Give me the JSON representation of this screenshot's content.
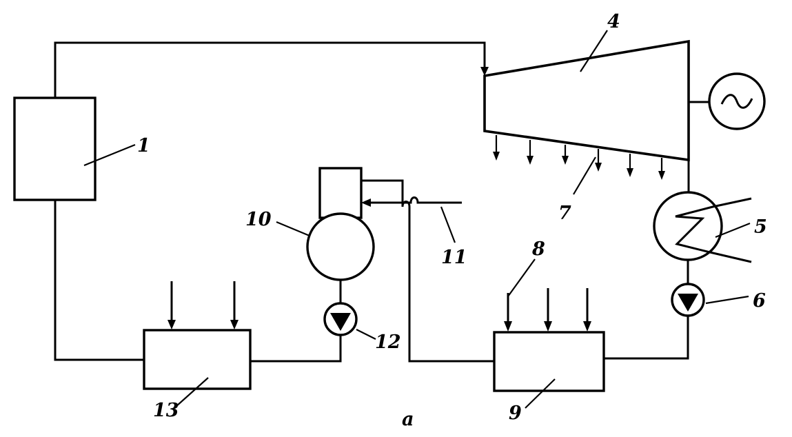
{
  "labels": {
    "boiler": "1",
    "turbine": "4",
    "condenser": "5",
    "condensate_pump": "6",
    "extractions": "7",
    "heat_input": "8",
    "heater_9": "9",
    "deaerator": "10",
    "makeup_water": "11",
    "feed_pump": "12",
    "heater_13": "13",
    "figure_letter": "a"
  }
}
